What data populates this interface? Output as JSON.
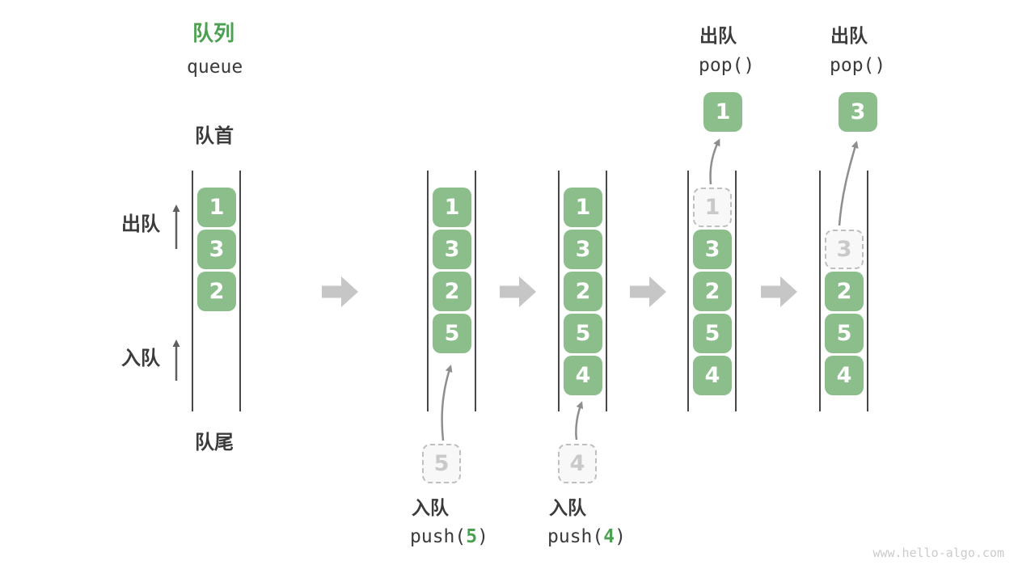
{
  "page": {
    "watermark": "www.hello-algo.com",
    "colors": {
      "box_green": "#8cbe8c",
      "accent_green": "#4ca052",
      "text_dark": "#3b3b3b",
      "ghost_gray": "#c9c9c9",
      "transition_arrow_gray": "#c6c6c6"
    },
    "icons": {
      "transition_arrow": "block-right-arrow",
      "direction_arrow": "up-arrow",
      "move_arrow": "curved-up-arrow"
    }
  },
  "title": {
    "zh": "队列",
    "en": "queue"
  },
  "side_labels": {
    "front": "队首",
    "dequeue": "出队",
    "enqueue": "入队",
    "rear": "队尾"
  },
  "annotations": {
    "push5": {
      "zh": "入队",
      "fn": "push(",
      "arg": "5",
      "close": ")"
    },
    "push4": {
      "zh": "入队",
      "fn": "push(",
      "arg": "4",
      "close": ")"
    },
    "pop1": {
      "zh": "出队",
      "code": "pop()"
    },
    "pop2": {
      "zh": "出队",
      "code": "pop()"
    }
  },
  "states": [
    {
      "boxes": [
        "1",
        "3",
        "2"
      ]
    },
    {
      "boxes": [
        "1",
        "3",
        "2",
        "5"
      ],
      "incoming": "5"
    },
    {
      "boxes": [
        "1",
        "3",
        "2",
        "5",
        "4"
      ],
      "incoming": "4"
    },
    {
      "ghost": "1",
      "boxes": [
        "3",
        "2",
        "5",
        "4"
      ],
      "popped": "1"
    },
    {
      "ghost": "3",
      "boxes": [
        "2",
        "5",
        "4"
      ],
      "popped": "3"
    }
  ]
}
